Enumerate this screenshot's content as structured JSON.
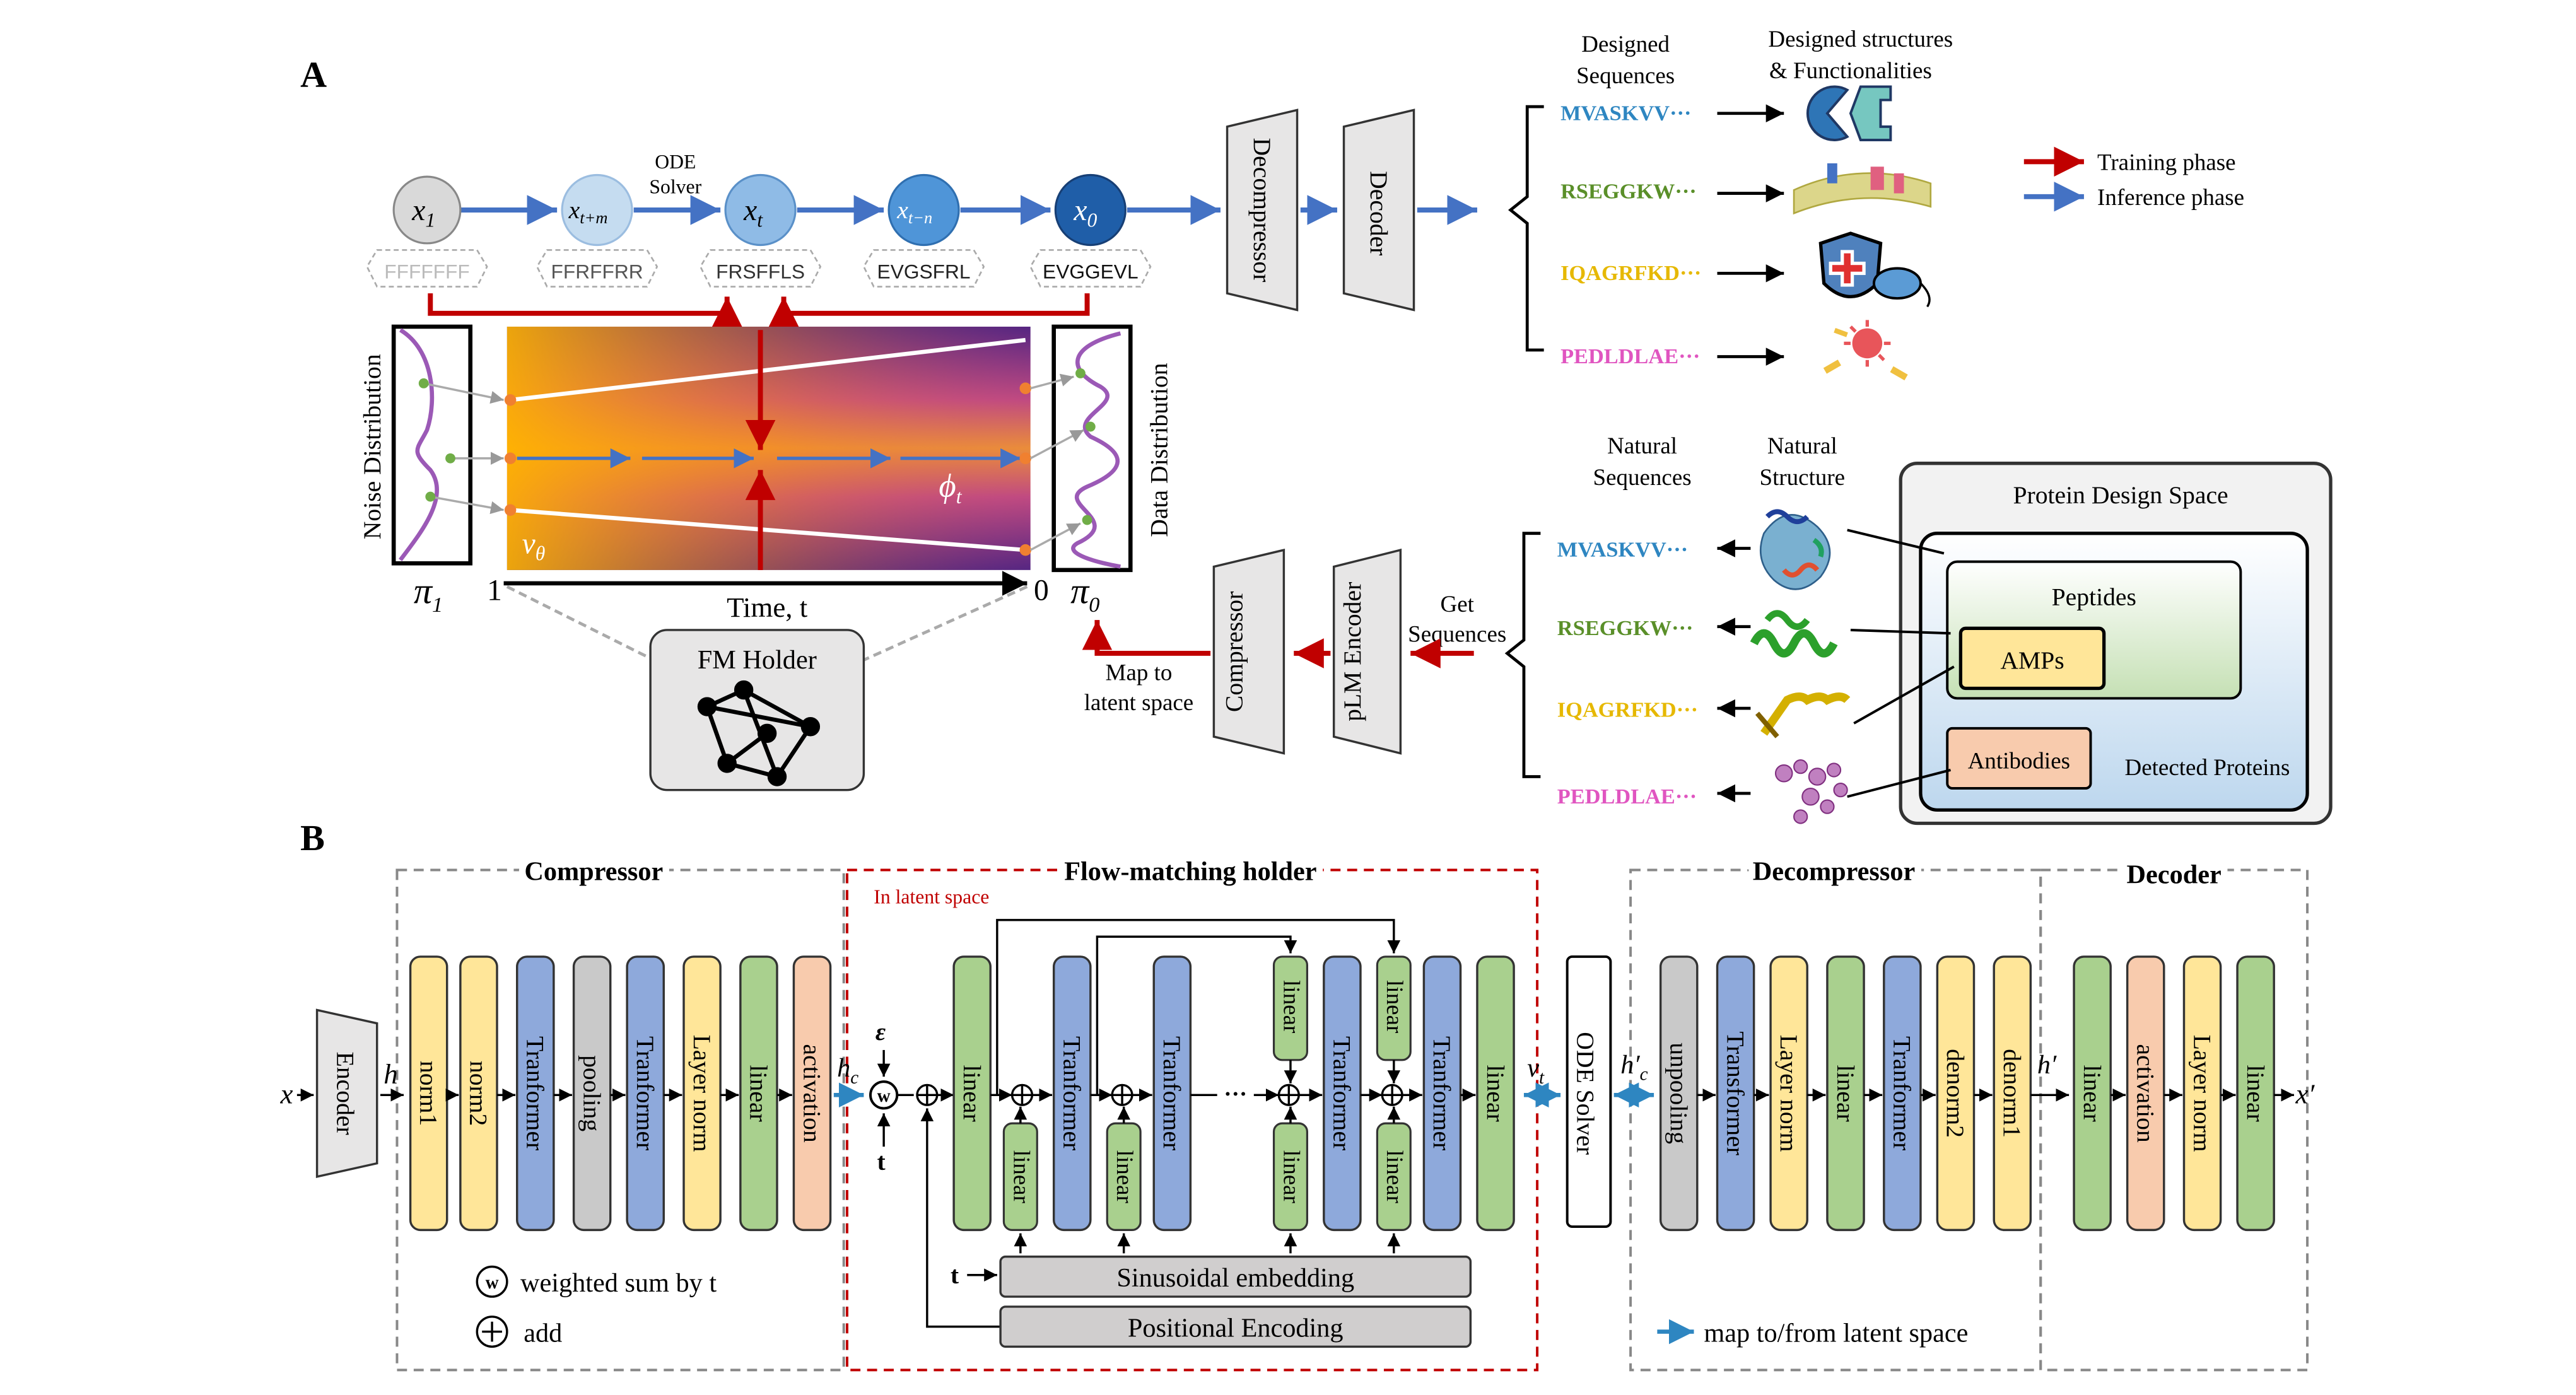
{
  "panel_a": {
    "label": "A",
    "nodes": [
      {
        "symbol": "x",
        "sub": "1",
        "seq": "FFFFFFF"
      },
      {
        "symbol": "x",
        "sub": "t+m",
        "seq": "FFRFFRR"
      },
      {
        "symbol": "x",
        "sub": "t",
        "seq": "FRSFFLS"
      },
      {
        "symbol": "x",
        "sub": "t−n",
        "seq": "EVGSFRL"
      },
      {
        "symbol": "x",
        "sub": "0",
        "seq": "EVGGEVL"
      }
    ],
    "ode_solver": [
      "ODE",
      "Solver"
    ],
    "decompressor": "Decompressor",
    "decoder": "Decoder",
    "noise_distribution": "Noise Distribution",
    "data_distribution": "Data Distribution",
    "pi1": "π",
    "pi1_sub": "1",
    "pi0": "π",
    "pi0_sub": "0",
    "v_theta": "v",
    "v_theta_sub": "θ",
    "phi_t": "ϕ",
    "phi_t_sub": "t",
    "time_label": "Time, t",
    "time_start": "1",
    "time_end": "0",
    "fm_holder": "FM Holder",
    "designed_sequences": [
      "Designed",
      "Sequences"
    ],
    "designed_structures": [
      "Designed structures",
      "& Functionalities"
    ],
    "sequences": [
      {
        "text": "MVASKVV···",
        "color": "#2e86c1"
      },
      {
        "text": "RSEGGKW···",
        "color": "#5a8f29"
      },
      {
        "text": "IQAGRFKD···",
        "color": "#e6b800"
      },
      {
        "text": "PEDLDLAE···",
        "color": "#e055c0"
      }
    ],
    "legend": {
      "training": "Training phase",
      "inference": "Inference phase",
      "training_color": "#c00000",
      "inference_color": "#4472c4"
    },
    "natural_sequences": [
      "Natural",
      "Sequences"
    ],
    "natural_structure": [
      "Natural",
      "Structure"
    ],
    "get_sequences": [
      "Get",
      "Sequences"
    ],
    "plm_encoder": "pLM Encoder",
    "compressor": "Compressor",
    "map_latent": [
      "Map to",
      "latent space"
    ],
    "design_space": {
      "title": "Protein Design Space",
      "peptides": "Peptides",
      "amps": "AMPs",
      "antibodies": "Antibodies",
      "detected": "Detected Proteins"
    }
  },
  "panel_b": {
    "label": "B",
    "compressor_title": "Compressor",
    "fm_title": "Flow-matching holder",
    "latent_note": "In latent space",
    "decompressor_title": "Decompressor",
    "decoder_title": "Decoder",
    "x_in": "x",
    "encoder": "Encoder",
    "h": "h",
    "hc": "h",
    "hc_sub": "c",
    "epsilon": "ε",
    "t": "t",
    "w_symbol": "w",
    "vt": "v",
    "vt_sub": "t",
    "ode_solver": "ODE Solver",
    "hc_prime": "h′",
    "hc_prime_sub": "c",
    "h_prime": "h′",
    "x_out": "x′",
    "compressor_blocks": [
      {
        "label": "norm1",
        "color": "#ffe699"
      },
      {
        "label": "norm2",
        "color": "#ffe699"
      },
      {
        "label": "Tranformer",
        "color": "#8ea9db"
      },
      {
        "label": "pooling",
        "color": "#c9c9c9"
      },
      {
        "label": "Tranformer",
        "color": "#8ea9db"
      },
      {
        "label": "Layer norm",
        "color": "#ffe699"
      },
      {
        "label": "linear",
        "color": "#a9d08e"
      },
      {
        "label": "activation",
        "color": "#f8cbad"
      }
    ],
    "fm_blocks": [
      {
        "label": "linear",
        "color": "#a9d08e"
      },
      {
        "label": "Tranformer",
        "color": "#8ea9db"
      },
      {
        "label": "Tranformer",
        "color": "#8ea9db"
      },
      {
        "label": "Tranformer",
        "color": "#8ea9db"
      },
      {
        "label": "Tranformer",
        "color": "#8ea9db"
      },
      {
        "label": "linear",
        "color": "#a9d08e"
      }
    ],
    "fm_small_linear": "linear",
    "ellipsis": "···",
    "sinusoidal": "Sinusoidal embedding",
    "positional": "Positional Encoding",
    "decompressor_blocks": [
      {
        "label": "unpooling",
        "color": "#c9c9c9"
      },
      {
        "label": "Transformer",
        "color": "#8ea9db"
      },
      {
        "label": "Layer norm",
        "color": "#ffe699"
      },
      {
        "label": "linear",
        "color": "#a9d08e"
      },
      {
        "label": "Tranformer",
        "color": "#8ea9db"
      },
      {
        "label": "denorm2",
        "color": "#ffe699"
      },
      {
        "label": "denorm1",
        "color": "#ffe699"
      }
    ],
    "decoder_blocks": [
      {
        "label": "linear",
        "color": "#a9d08e"
      },
      {
        "label": "activation",
        "color": "#f8cbad"
      },
      {
        "label": "Layer norm",
        "color": "#ffe699"
      },
      {
        "label": "linear",
        "color": "#a9d08e"
      }
    ],
    "legend_w": "weighted sum by t",
    "legend_add": "add",
    "legend_map": "map to/from latent space"
  }
}
